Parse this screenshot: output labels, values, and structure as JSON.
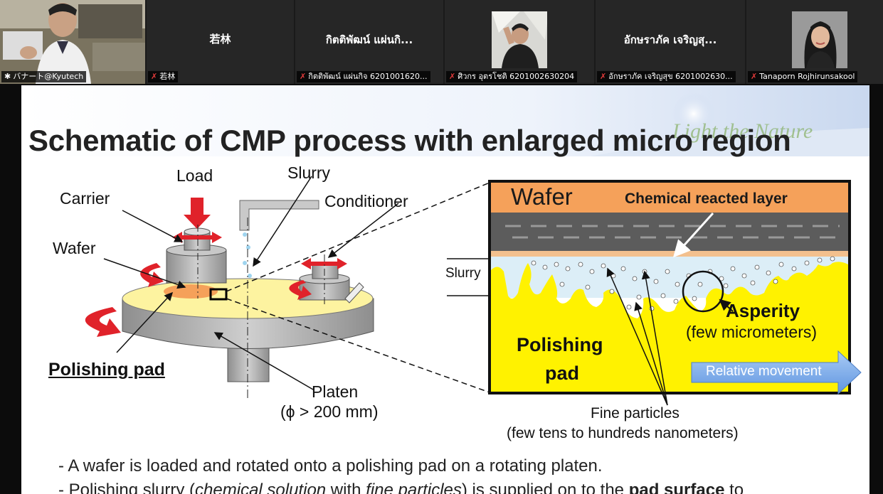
{
  "participants": [
    {
      "name": "バナート@Kyutech",
      "muted": false,
      "video": true
    },
    {
      "name": "若林",
      "center_name": "若林",
      "muted": true,
      "video": false
    },
    {
      "name": "กิตติพัฒน์ แผ่นกิจ 6201001620...",
      "center_name": "กิตติพัฒน์ แผ่นกิ...",
      "muted": true,
      "video": false
    },
    {
      "name": "ศิวกร อุตรโชติ 6201002630204",
      "muted": true,
      "video": true
    },
    {
      "name": "อักษราภัค เจริญสุข 6201002630...",
      "center_name": "อักษราภัค เจริญสุ...",
      "muted": true,
      "video": false
    },
    {
      "name": "Tanaporn Rojhirunsakool",
      "muted": true,
      "video": true
    }
  ],
  "slide": {
    "title": "Schematic of CMP process with enlarged micro region",
    "watermark": "Light the Nature",
    "labels": {
      "load": "Load",
      "slurry": "Slurry",
      "carrier": "Carrier",
      "conditioner": "Conditioner",
      "wafer": "Wafer",
      "polishing_pad": "Polishing pad",
      "platen": "Platen",
      "platen_dim": "(ϕ > 200 mm)"
    },
    "inset": {
      "wafer": "Wafer",
      "chemical_layer": "Chemical reacted layer",
      "slurry": "Slurry",
      "asperity": "Asperity",
      "asperity_size": "(few micrometers)",
      "polishing": "Polishing",
      "pad": "pad",
      "relative_movement": "Relative movement",
      "fine_particles": "Fine particles",
      "fine_particles_size": "(few tens to hundreds nanometers)"
    },
    "bullets": {
      "b1": "- A wafer is loaded and rotated onto a polishing pad on a rotating platen.",
      "b2_a": "- Polishing slurry (",
      "b2_b": "chemical solution",
      "b2_c": " with ",
      "b2_d": "fine particles",
      "b2_e": ") is supplied on to the ",
      "b2_f": "pad surface",
      "b2_g": " to"
    }
  },
  "colors": {
    "strip_bg": "#1a1a1a",
    "tile_bg": "#262626",
    "active_outline": "#b8d33f",
    "muted_icon": "#e23a3a",
    "pad_yellow": "#fff200",
    "wafer_orange": "#f5a15a",
    "arrow_red": "#e0222a",
    "movement_blue": "#7fb0ec"
  }
}
